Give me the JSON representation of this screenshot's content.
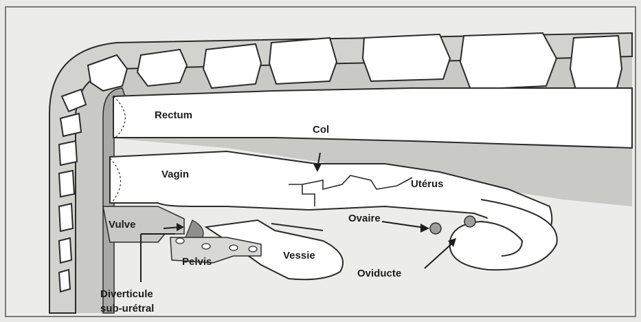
{
  "figure": {
    "labels": {
      "rectum": "Rectum",
      "col": "Col",
      "vagin": "Vagin",
      "uterus": "Utérus",
      "vulve": "Vulve",
      "ovaire": "Ovaire",
      "vessie": "Vessie",
      "pelvis": "Pelvis",
      "oviducte": "Oviducte",
      "diverticule_line1": "Diverticule",
      "diverticule_line2": "sub-urétral"
    },
    "colors": {
      "background": "#e9e9e6",
      "tissue": "#c9c9c6",
      "organ": "#ffffff",
      "outline": "#2a2a2a"
    }
  }
}
